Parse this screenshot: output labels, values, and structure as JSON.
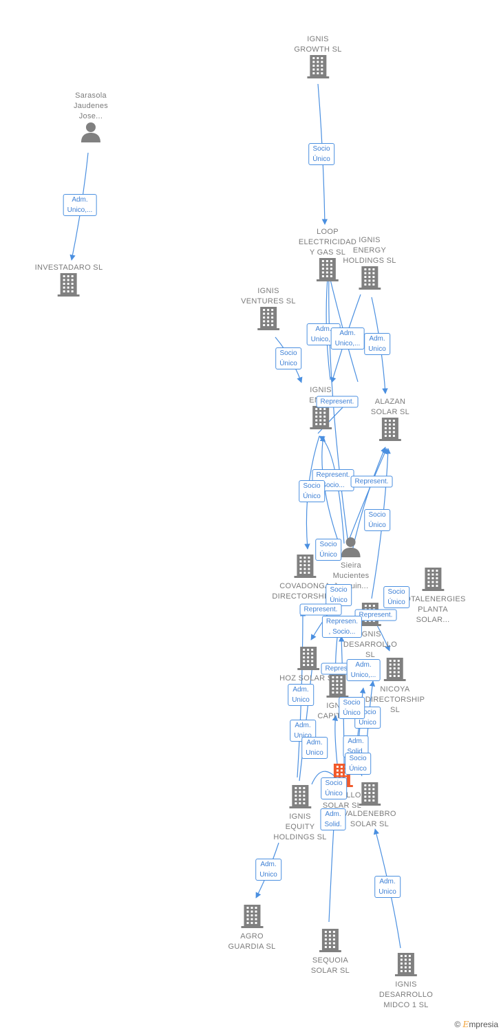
{
  "colors": {
    "node": "#808080",
    "highlight": "#f15a2b",
    "edge": "#4a8fe0",
    "text": "#7b7b7b"
  },
  "brand": {
    "symbol": "©",
    "name": "mpresia",
    "initial": "E"
  },
  "nodes": [
    {
      "id": "ignis_growth",
      "type": "company",
      "label": [
        "IGNIS",
        "GROWTH  SL"
      ]
    },
    {
      "id": "sarasola",
      "type": "person",
      "label": [
        "Sarasola",
        "Jaudenes",
        "Jose..."
      ]
    },
    {
      "id": "investadaro",
      "type": "company",
      "label": [
        "INVESTADARO SL"
      ]
    },
    {
      "id": "loop",
      "type": "company",
      "label": [
        "LOOP",
        "ELECTRICIDAD",
        "Y GAS  SL"
      ]
    },
    {
      "id": "ignis_energy_holdings",
      "type": "company",
      "label": [
        "IGNIS",
        "ENERGY",
        "HOLDINGS  SL"
      ]
    },
    {
      "id": "ignis_ventures",
      "type": "company",
      "label": [
        "IGNIS",
        "VENTURES  SL"
      ]
    },
    {
      "id": "ignis_ener",
      "type": "company",
      "label": [
        "IGNIS",
        "ENE..."
      ]
    },
    {
      "id": "alazan",
      "type": "company",
      "label": [
        "ALAZAN",
        "SOLAR  SL"
      ]
    },
    {
      "id": "sieira",
      "type": "person",
      "label": [
        "Sieira",
        "Mucientes",
        "Joaquin..."
      ]
    },
    {
      "id": "covadonga",
      "type": "company",
      "label": [
        "COVADONGA",
        "DIRECTORSHIP..."
      ]
    },
    {
      "id": "totalenergies",
      "type": "company",
      "label": [
        "TOTALENERGIES",
        "PLANTA",
        "SOLAR..."
      ]
    },
    {
      "id": "ignis_desarrollo",
      "type": "company",
      "label": [
        "IGNIS",
        "DESARROLLO",
        "SL"
      ]
    },
    {
      "id": "hoz",
      "type": "company",
      "label": [
        "HOZ SOLAR SL"
      ]
    },
    {
      "id": "nicoya",
      "type": "company",
      "label": [
        "NICOYA",
        "DIRECTORSHIP",
        "SL"
      ]
    },
    {
      "id": "ignis_capital",
      "type": "company",
      "label": [
        "IGNIS",
        "CAPITAL..."
      ]
    },
    {
      "id": "castillo",
      "type": "company",
      "highlight": true,
      "label": [
        "CASTILLO",
        "SOLAR  SL"
      ]
    },
    {
      "id": "valdenebro",
      "type": "company",
      "label": [
        "VALDENEBRO",
        "SOLAR SL"
      ]
    },
    {
      "id": "ignis_equity",
      "type": "company",
      "label": [
        "IGNIS",
        "EQUITY",
        "HOLDINGS  SL"
      ]
    },
    {
      "id": "agro",
      "type": "company",
      "label": [
        "AGRO",
        "GUARDIA SL"
      ]
    },
    {
      "id": "sequoia",
      "type": "company",
      "label": [
        "SEQUOIA",
        "SOLAR  SL"
      ]
    },
    {
      "id": "ignis_midco",
      "type": "company",
      "label": [
        "IGNIS",
        "DESARROLLO",
        "MIDCO 1  SL"
      ]
    }
  ],
  "edge_labels": [
    [
      "Socio",
      "Único"
    ],
    [
      "Adm.",
      "Unico,..."
    ],
    [
      "Adm.",
      "Unico,..."
    ],
    [
      "Adm.",
      "Unico,..."
    ],
    [
      "Adm.",
      "Unico"
    ],
    [
      "Socio",
      "Único"
    ],
    [
      "Represent."
    ],
    [
      "Represent.",
      "Socio..."
    ],
    [
      "Represent."
    ],
    [
      "Socio",
      "Único"
    ],
    [
      "Socio",
      "Único"
    ],
    [
      "Socio",
      "Único"
    ],
    [
      "Socio",
      "Único"
    ],
    [
      "Socio",
      "Único"
    ],
    [
      "Represent."
    ],
    [
      "Represent."
    ],
    [
      "Represen.",
      ", Socio..."
    ],
    [
      "Represent."
    ],
    [
      "Adm.",
      "Unico,..."
    ],
    [
      "Adm.",
      "Unico"
    ],
    [
      "Socio",
      "Único"
    ],
    [
      "Socio",
      "Único"
    ],
    [
      "Adm.",
      "Unico"
    ],
    [
      "Adm.",
      "Unico"
    ],
    [
      "Adm.",
      "Solid."
    ],
    [
      "Socio",
      "Único"
    ],
    [
      "Adm.",
      "Unico"
    ],
    [
      "Adm.",
      "Solid."
    ],
    [
      "Adm.",
      "Unico"
    ],
    [
      "Socio",
      "Único"
    ]
  ]
}
